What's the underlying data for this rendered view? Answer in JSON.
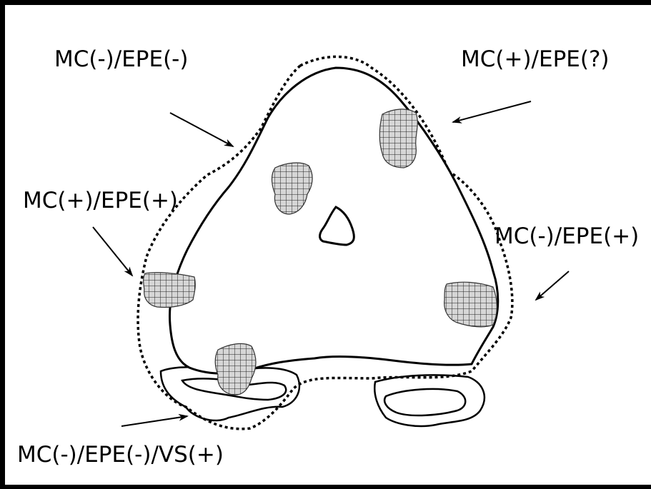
{
  "labels": {
    "top_left": "MC(-)/EPE(-)",
    "top_right": "MC(+)/EPE(?)",
    "mid_left": "MC(+)/EPE(+)",
    "mid_right": "MC(-)/EPE(+)",
    "bottom_left": "MC(-)/EPE(-)/VS(+)"
  },
  "colors": {
    "line": "#000000",
    "hatch_fill": "#d6d6d6",
    "background": "#ffffff"
  }
}
